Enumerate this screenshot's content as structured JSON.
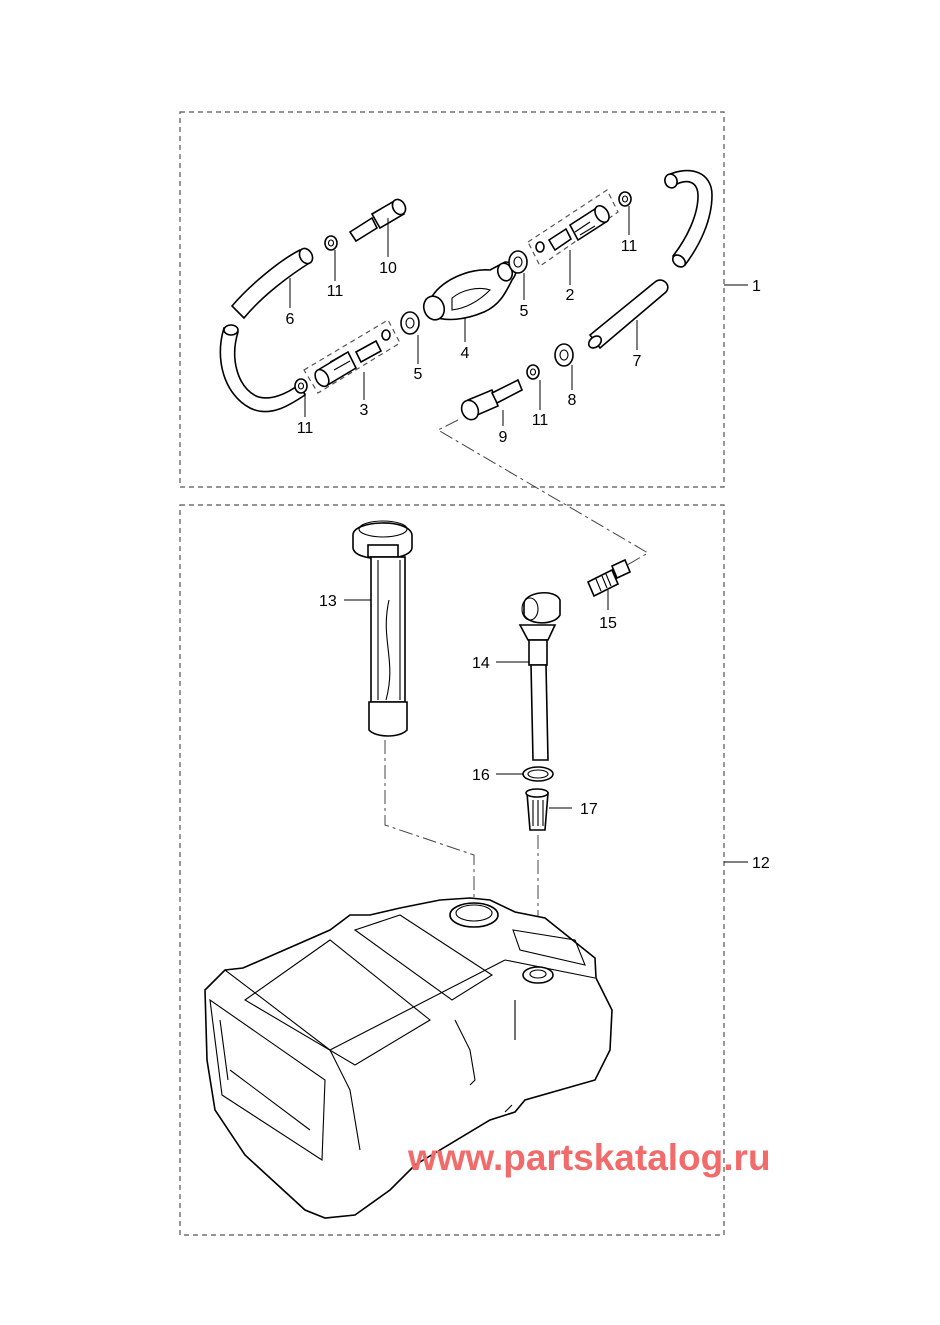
{
  "callouts": {
    "c1": "1",
    "c2": "2",
    "c3": "3",
    "c4": "4",
    "c5a": "5",
    "c5b": "5",
    "c6": "6",
    "c7": "7",
    "c8": "8",
    "c9": "9",
    "c10": "10",
    "c11a": "11",
    "c11b": "11",
    "c11c": "11",
    "c11d": "11",
    "c12": "12",
    "c13": "13",
    "c14": "14",
    "c15": "15",
    "c16": "16",
    "c17": "17"
  },
  "watermark": {
    "text": "www.partskatalog.ru",
    "color": "#f26b6b"
  },
  "colors": {
    "line": "#000000",
    "frame": "#555555",
    "background": "#ffffff"
  }
}
